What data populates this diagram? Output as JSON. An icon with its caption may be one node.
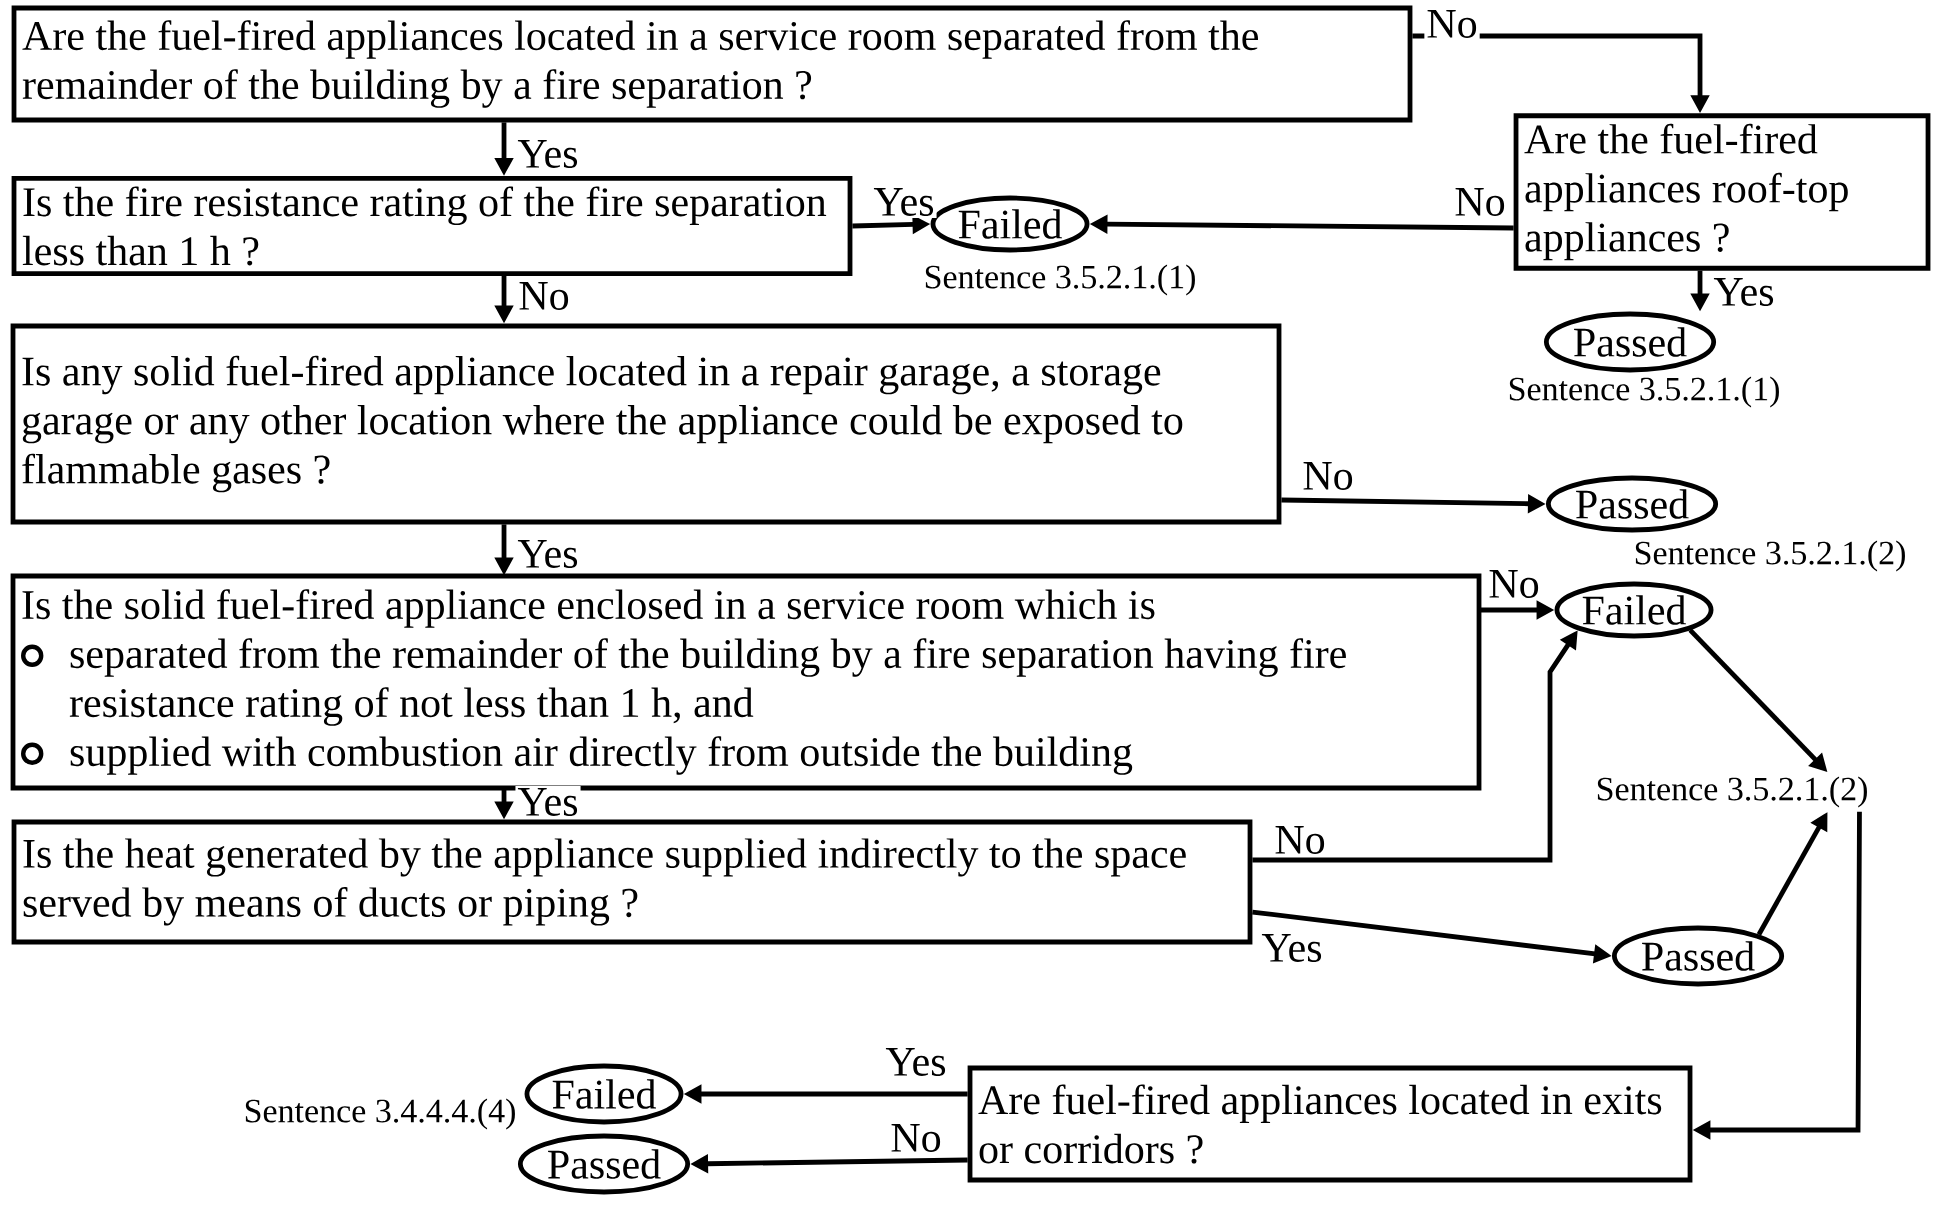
{
  "diagram": {
    "nodes": [
      {
        "text": [
          "Are the fuel-fired appliances located in a service room separated from the remainder of the building by a fire separation ?"
        ]
      },
      {
        "text": [
          "Is the fire resistance rating of the fire separation less than 1 h ?"
        ]
      },
      {
        "text": [
          "Failed"
        ],
        "beside": [
          "Sentence 3.5.2.1.(1)"
        ]
      },
      {
        "text": [
          "Are the fuel-fired appliances roof-top appliances ?"
        ]
      },
      {
        "text": [
          "Passed"
        ],
        "beside": [
          "Sentence 3.5.2.1.(1)"
        ]
      },
      {
        "text": [
          "Is any solid fuel-fired appliance located in a repair garage, a storage garage or any other location where the appliance could be exposed to flammable gases ?"
        ]
      },
      {
        "text": [
          "Passed"
        ],
        "beside": [
          "Sentence 3.5.2.1.(2)"
        ]
      },
      {
        "text": [
          "Is the solid fuel-fired appliance enclosed in a service room which is",
          "separated from the remainder of the building by a fire separation having fire resistance rating of not less than 1 h, and",
          "supplied with combustion air directly from outside the building"
        ]
      },
      {
        "text": [
          "Failed"
        ]
      },
      {
        "text": [
          "Is the heat generated by the appliance supplied indirectly to the space served by means of ducts or piping ?"
        ]
      },
      {
        "text": [
          "Passed"
        ]
      },
      {
        "text": [
          "Sentence 3.5.2.1.(2)"
        ]
      },
      {
        "text": [
          "Are fuel-fired appliances located in exits or corridors ?"
        ]
      },
      {
        "text": [
          "Failed"
        ],
        "beside": [
          "Sentence 3.4.4.4.(4)"
        ]
      },
      {
        "text": [
          "Passed"
        ]
      }
    ],
    "edges": [
      {
        "from": 0,
        "to": 3,
        "arrow": "to",
        "label": "No"
      },
      {
        "from": 0,
        "to": 1,
        "arrow": "to",
        "label": "Yes"
      },
      {
        "from": 1,
        "to": 2,
        "arrow": "to",
        "label": "Yes"
      },
      {
        "from": 3,
        "to": 2,
        "arrow": "to",
        "label": "No"
      },
      {
        "from": 3,
        "to": 4,
        "arrow": "to",
        "label": "Yes"
      },
      {
        "from": 1,
        "to": 5,
        "arrow": "to",
        "label": "No"
      },
      {
        "from": 5,
        "to": 6,
        "arrow": "to",
        "label": "No"
      },
      {
        "from": 5,
        "to": 7,
        "arrow": "to",
        "label": "Yes"
      },
      {
        "from": 7,
        "to": 8,
        "arrow": "to",
        "label": "No"
      },
      {
        "from": 9,
        "to": 8,
        "arrow": "to",
        "label": "No"
      },
      {
        "from": 7,
        "to": 9,
        "arrow": "to",
        "label": "Yes"
      },
      {
        "from": 9,
        "to": 10,
        "arrow": "to",
        "label": "Yes"
      },
      {
        "from": 8,
        "to": 11,
        "arrow": "to"
      },
      {
        "from": 10,
        "to": 11,
        "arrow": "to"
      },
      {
        "from": 11,
        "to": 12,
        "arrow": "to"
      },
      {
        "from": 12,
        "to": 13,
        "arrow": "to",
        "label": "Yes"
      },
      {
        "from": 12,
        "to": 14,
        "arrow": "to",
        "label": "No"
      }
    ]
  }
}
